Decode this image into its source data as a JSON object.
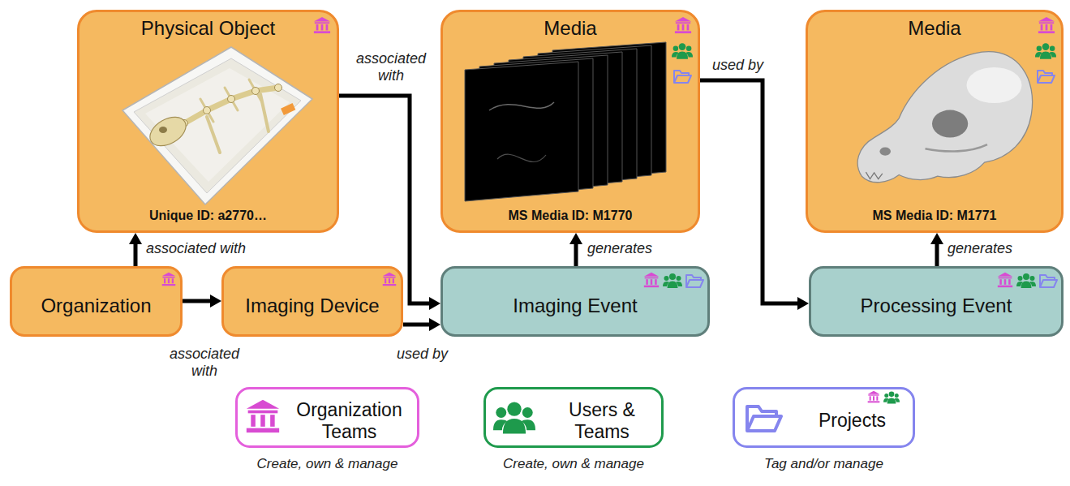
{
  "diagram": {
    "nodes": [
      {
        "text": [
          "Physical Object",
          "Unique ID: a2770…"
        ]
      },
      {
        "text": [
          "Media",
          "MS Media ID: M1770"
        ]
      },
      {
        "text": [
          "Media",
          "MS Media ID: M1771"
        ]
      },
      {
        "text": [
          "Organization"
        ]
      },
      {
        "text": [
          "Imaging Device"
        ]
      },
      {
        "text": [
          "Imaging Event"
        ]
      },
      {
        "text": [
          "Processing Event"
        ]
      },
      {
        "text": [
          "Organization Teams",
          "Create, own & manage"
        ]
      },
      {
        "text": [
          "Users & Teams",
          "Create, own & manage"
        ]
      },
      {
        "text": [
          "Projects",
          "Tag and/or manage"
        ]
      }
    ],
    "edges": [
      {
        "from": 3,
        "to": 0,
        "arrow": "to",
        "label": "associated with"
      },
      {
        "from": 3,
        "to": 4,
        "arrow": "to",
        "label": "associated with"
      },
      {
        "from": 0,
        "to": 5,
        "arrow": "to",
        "label": "associated with"
      },
      {
        "from": 4,
        "to": 5,
        "arrow": "to",
        "label": "used by"
      },
      {
        "from": 5,
        "to": 1,
        "arrow": "to",
        "label": "generates"
      },
      {
        "from": 1,
        "to": 6,
        "arrow": "to",
        "label": "used by"
      },
      {
        "from": 6,
        "to": 2,
        "arrow": "to",
        "label": "generates"
      }
    ]
  }
}
